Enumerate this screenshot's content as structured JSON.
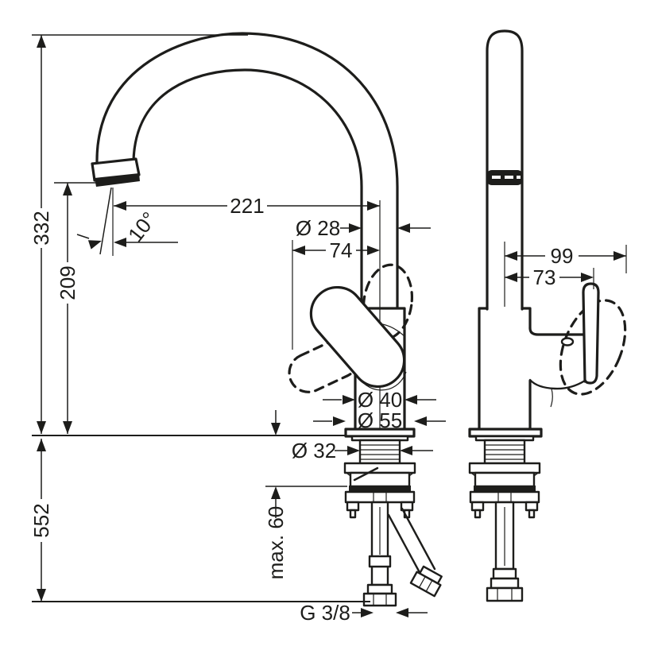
{
  "drawing": {
    "type": "technical-dimension-drawing",
    "subject": "single-lever kitchen faucet, front and side views",
    "colors": {
      "line": "#1d1d1b",
      "background": "#ffffff"
    },
    "dimensions": {
      "total_height": "332",
      "spout_height": "209",
      "below_counter": "552",
      "spout_reach": "221",
      "spout_angle": "10°",
      "pipe_diameter": "Ø 28",
      "handle_clearance_front": "74",
      "body_diameter": "Ø 40",
      "base_diameter": "Ø 55",
      "shank_diameter": "Ø 32",
      "max_counter_thickness": "max. 60",
      "hose_connection": "G 3/8",
      "handle_reach_side": "99",
      "handle_clearance_side": "73"
    }
  }
}
